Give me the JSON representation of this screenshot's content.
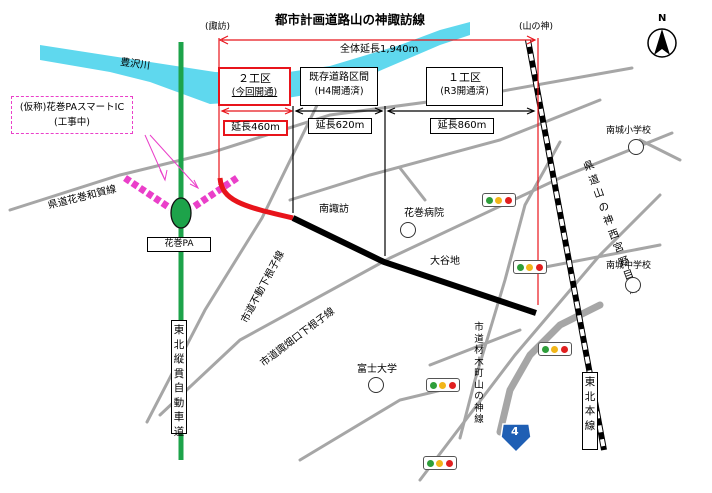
{
  "title": "都市計画道路山の神諏訪線",
  "endpoint_west": "(諏訪)",
  "endpoint_east": "(山の神)",
  "total_length": "全体延長1,940m",
  "sections": [
    {
      "name": "２工区",
      "status": "(今回開通)",
      "length": "延長460m"
    },
    {
      "name": "既存道路区間",
      "status": "(H4開通済)",
      "length": "延長620m"
    },
    {
      "name": "１工区",
      "status": "(R3開通済)",
      "length": "延長860m"
    }
  ],
  "river": "豊沢川",
  "smart_ic": {
    "line1": "(仮称)花巻PAスマートIC",
    "line2": "(工事中)"
  },
  "pa": "花巻PA",
  "expressway": "東北縦貫自動車道",
  "jr_line": "東北本線",
  "route_number": "4",
  "roads": {
    "prefectural_hanamaki_waga": "県道花巻和賀線",
    "prefectural_yamanokami": "県道山の神西宮野目線",
    "city_fudo": "市道不動下根子線",
    "city_suwahata": "市道諏畑口下根子線",
    "city_zaimoku": "市道材木町山の神線"
  },
  "places": {
    "minami_suwa": "南諏訪",
    "hanamaki_hospital": "花巻病院",
    "otanichi": "大谷地",
    "fuji_university": "富士大学",
    "minamijo_elementary": "南城小学校",
    "minamijo_junior_high": "南城中学校"
  },
  "north": "N",
  "colors": {
    "new_section": "#e8141b",
    "existing_road": "#000000",
    "dimension_line": "#e8141b",
    "expressway": "#1da34a",
    "river": "#5fd8ee",
    "ic_ramp": "#ea3fc9",
    "road": "#a6a6a6"
  }
}
